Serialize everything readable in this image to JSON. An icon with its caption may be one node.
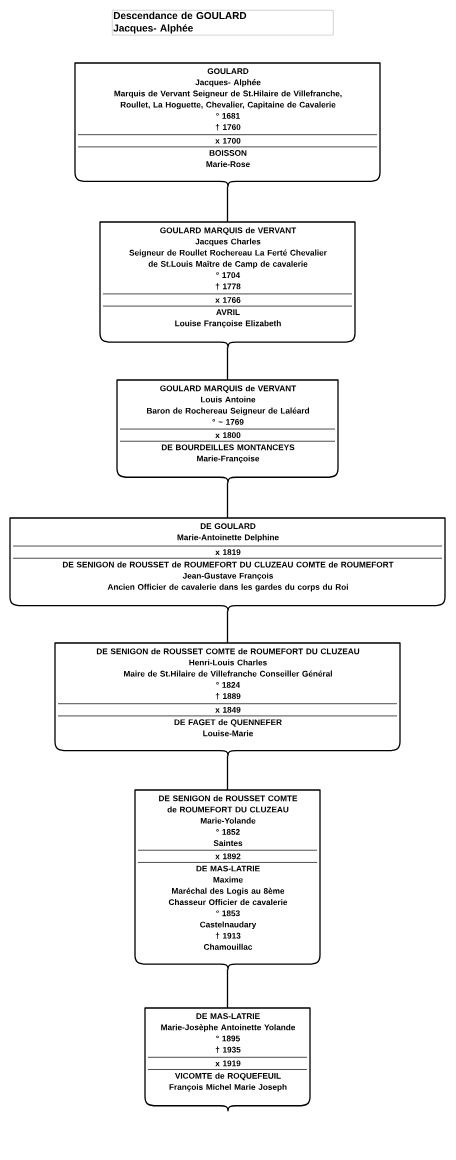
{
  "diagram": {
    "title": "Descendance de GOULARD Jacques- Alphée",
    "nodes": [
      {
        "text": [],
        "shape": "shield"
      },
      {
        "text": [
          "GOULARD",
          "Jacques- Alphée",
          "Marquis de Vervant Seigneur de St.Hilaire de Villefranche, Roullet, La Hoguette, Chevalier, Capitaine de Cavalerie",
          "° 1681",
          "† 1760"
        ],
        "in": 0
      },
      {
        "text": [
          "x 1700"
        ],
        "in": 0
      },
      {
        "text": [
          "BOISSON",
          "Marie-Rose"
        ],
        "in": 0
      },
      {
        "text": [],
        "shape": "shield"
      },
      {
        "text": [
          "GOULARD MARQUIS de VERVANT",
          "Jacques Charles",
          "Seigneur de Roullet Rochereau La Ferté Chevalier de St.Louis Maître de Camp de cavalerie",
          "° 1704",
          "† 1778"
        ],
        "in": 4
      },
      {
        "text": [
          "x 1766"
        ],
        "in": 4
      },
      {
        "text": [
          "AVRIL",
          "Louise Françoise Elizabeth"
        ],
        "in": 4
      },
      {
        "text": [],
        "shape": "shield"
      },
      {
        "text": [
          "GOULARD MARQUIS de VERVANT",
          "Louis Antoine",
          "Baron de Rochereau Seigneur de Laléard",
          "° ~ 1769"
        ],
        "in": 8
      },
      {
        "text": [
          "x 1800"
        ],
        "in": 8
      },
      {
        "text": [
          "DE BOURDEILLES MONTANCEYS",
          "Marie-Françoise"
        ],
        "in": 8
      },
      {
        "text": [],
        "shape": "shield"
      },
      {
        "text": [
          "DE GOULARD",
          "Marie-Antoinette Delphine"
        ],
        "in": 12
      },
      {
        "text": [
          "x 1819"
        ],
        "in": 12
      },
      {
        "text": [
          "DE SENIGON de ROUSSET de ROUMEFORT DU CLUZEAU COMTE de ROUMEFORT",
          "Jean-Gustave François",
          "Ancien Officier de cavalerie dans les gardes du corps du Roi"
        ],
        "in": 12
      },
      {
        "text": [],
        "shape": "shield"
      },
      {
        "text": [
          "DE SENIGON de ROUSSET COMTE de ROUMEFORT DU CLUZEAU",
          "Henri-Louis Charles",
          "Maire de St.Hilaire de Villefranche Conseiller Général",
          "° 1824",
          "† 1889"
        ],
        "in": 16
      },
      {
        "text": [
          "x 1849"
        ],
        "in": 16
      },
      {
        "text": [
          "DE FAGET de QUENNEFER",
          "Louise-Marie"
        ],
        "in": 16
      },
      {
        "text": [],
        "shape": "shield"
      },
      {
        "text": [
          "DE SENIGON de ROUSSET COMTE de ROUMEFORT DU CLUZEAU",
          "Marie-Yolande",
          "° 1852",
          "Saintes"
        ],
        "in": 20
      },
      {
        "text": [
          "x 1892"
        ],
        "in": 20
      },
      {
        "text": [
          "DE MAS-LATRIE",
          "Maxime",
          "Maréchal des Logis au 8ème Chasseur Officier de cavalerie",
          "° 1853",
          "Castelnaudary",
          "† 1913",
          "Chamouillac"
        ],
        "in": 20
      },
      {
        "text": [],
        "shape": "shield"
      },
      {
        "text": [
          "DE MAS-LATRIE",
          "Marie-Josèphe Antoinette Yolande",
          "° 1895",
          "† 1935"
        ],
        "in": 24
      },
      {
        "text": [
          "x 1919"
        ],
        "in": 24
      },
      {
        "text": [
          "VICOMTE de ROQUEFEUIL",
          "François Michel Marie Joseph"
        ],
        "in": 24
      }
    ],
    "edges": [
      {
        "from": 0,
        "to": 4,
        "arrow": "none"
      },
      {
        "from": 4,
        "to": 8,
        "arrow": "none"
      },
      {
        "from": 8,
        "to": 12,
        "arrow": "none"
      },
      {
        "from": 12,
        "to": 16,
        "arrow": "none"
      },
      {
        "from": 16,
        "to": 20,
        "arrow": "none"
      },
      {
        "from": 20,
        "to": 24,
        "arrow": "none"
      }
    ]
  }
}
